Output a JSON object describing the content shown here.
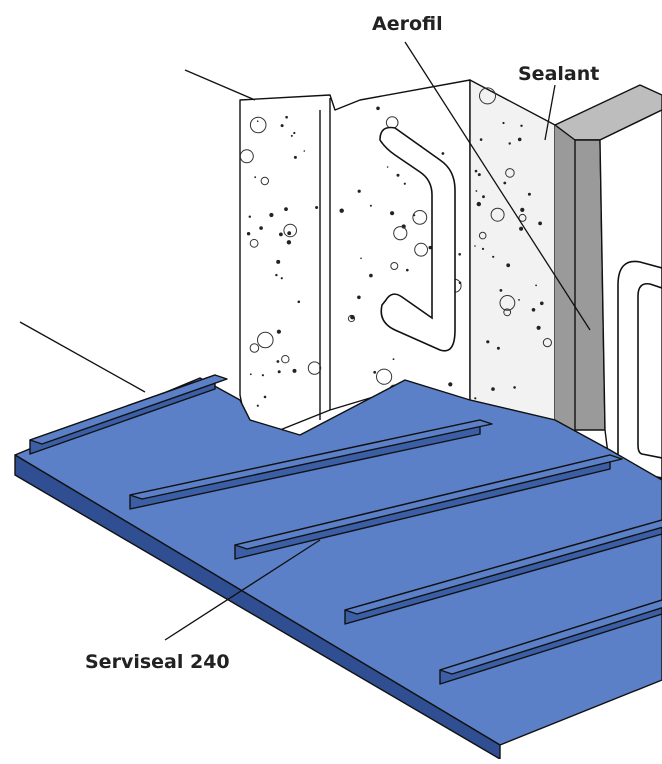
{
  "labels": {
    "aerofil": "Aerofil",
    "sealant": "Sealant",
    "serviseal": "Serviseal 240"
  },
  "colors": {
    "waterbar_blue": "#4a6fb8",
    "waterbar_dark": "#2f4f92",
    "sealant_grey": "#9a9a9a",
    "concrete_white": "#ffffff"
  }
}
